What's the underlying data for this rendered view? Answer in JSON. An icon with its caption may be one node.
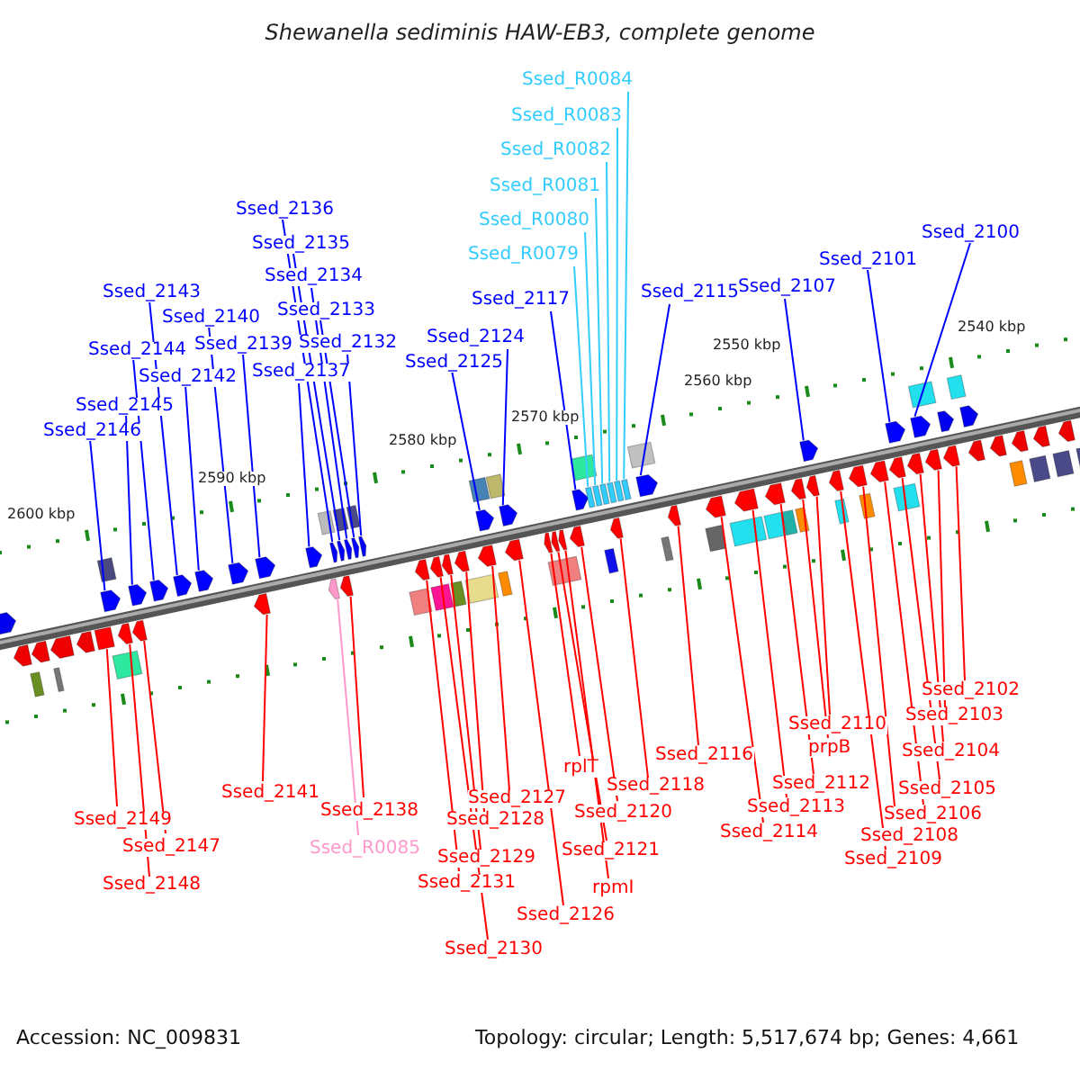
{
  "diagram": {
    "title": "Shewanella sediminis HAW-EB3, complete genome",
    "nodes": [
      {
        "text": [
          "Ssed_R0084"
        ]
      },
      {
        "text": [
          "Ssed_R0083"
        ]
      },
      {
        "text": [
          "Ssed_R0082"
        ]
      },
      {
        "text": [
          "Ssed_R0081"
        ]
      },
      {
        "text": [
          "Ssed_2136"
        ]
      },
      {
        "text": [
          "Ssed_R0080"
        ]
      },
      {
        "text": [
          "Ssed_2100"
        ]
      },
      {
        "text": [
          "Ssed_2135"
        ]
      },
      {
        "text": [
          "Ssed_R0079"
        ]
      },
      {
        "text": [
          "Ssed_2101"
        ]
      },
      {
        "text": [
          "Ssed_2134"
        ]
      },
      {
        "text": [
          "Ssed_2107"
        ]
      },
      {
        "text": [
          "Ssed_2143"
        ]
      },
      {
        "text": [
          "Ssed_2115"
        ]
      },
      {
        "text": [
          "Ssed_2117"
        ]
      },
      {
        "text": [
          "Ssed_2133"
        ]
      },
      {
        "text": [
          "Ssed_2140"
        ]
      },
      {
        "text": [
          "Ssed_2124"
        ]
      },
      {
        "text": [
          "Ssed_2132"
        ]
      },
      {
        "text": [
          "Ssed_2139"
        ]
      },
      {
        "text": [
          "Ssed_2144"
        ]
      },
      {
        "text": [
          "Ssed_2125"
        ]
      },
      {
        "text": [
          "Ssed_2137"
        ]
      },
      {
        "text": [
          "Ssed_2142"
        ]
      },
      {
        "text": [
          "Ssed_2145"
        ]
      },
      {
        "text": [
          "Ssed_2146"
        ]
      },
      {
        "text": [
          "Ssed_2102"
        ]
      },
      {
        "text": [
          "Ssed_2103"
        ]
      },
      {
        "text": [
          "Ssed_2110"
        ]
      },
      {
        "text": [
          "prpB"
        ]
      },
      {
        "text": [
          "Ssed_2104"
        ]
      },
      {
        "text": [
          "Ssed_2116"
        ]
      },
      {
        "text": [
          "rplT"
        ]
      },
      {
        "text": [
          "Ssed_2112"
        ]
      },
      {
        "text": [
          "Ssed_2118"
        ]
      },
      {
        "text": [
          "Ssed_2105"
        ]
      },
      {
        "text": [
          "Ssed_2141"
        ]
      },
      {
        "text": [
          "Ssed_2127"
        ]
      },
      {
        "text": [
          "Ssed_2113"
        ]
      },
      {
        "text": [
          "Ssed_2138"
        ]
      },
      {
        "text": [
          "Ssed_2120"
        ]
      },
      {
        "text": [
          "Ssed_2106"
        ]
      },
      {
        "text": [
          "Ssed_2149"
        ]
      },
      {
        "text": [
          "Ssed_2128"
        ]
      },
      {
        "text": [
          "Ssed_2114"
        ]
      },
      {
        "text": [
          "Ssed_2108"
        ]
      },
      {
        "text": [
          "Ssed_2147"
        ]
      },
      {
        "text": [
          "Ssed_R0085"
        ]
      },
      {
        "text": [
          "Ssed_2121"
        ]
      },
      {
        "text": [
          "Ssed_2129"
        ]
      },
      {
        "text": [
          "Ssed_2109"
        ]
      },
      {
        "text": [
          "Ssed_2131"
        ]
      },
      {
        "text": [
          "Ssed_2148"
        ]
      },
      {
        "text": [
          "rpmI"
        ]
      },
      {
        "text": [
          "Ssed_2126"
        ]
      },
      {
        "text": [
          "Ssed_2130"
        ]
      },
      {
        "text": [],
        "shape": "box"
      },
      {
        "text": [],
        "shape": "arrow"
      },
      {
        "text": [],
        "shape": "arrow"
      },
      {
        "text": [],
        "shape": "arrow"
      },
      {
        "text": [],
        "shape": "arrow"
      },
      {
        "text": [],
        "shape": "arrow"
      },
      {
        "text": [],
        "shape": "arrow"
      },
      {
        "text": [],
        "shape": "arrow"
      },
      {
        "text": [],
        "shape": "arrow"
      },
      {
        "text": [],
        "shape": "arrow"
      },
      {
        "text": [],
        "shape": "arrow"
      },
      {
        "text": [],
        "shape": "arrow"
      },
      {
        "text": [],
        "shape": "arrow"
      },
      {
        "text": [],
        "shape": "arrow"
      },
      {
        "text": [],
        "shape": "arrow"
      },
      {
        "text": [],
        "shape": "arrow"
      },
      {
        "text": [],
        "shape": "arrow"
      },
      {
        "text": [],
        "shape": "arrow"
      },
      {
        "text": [],
        "shape": "arrow"
      },
      {
        "text": [],
        "shape": "arrow"
      },
      {
        "text": [],
        "shape": "arrow"
      },
      {
        "text": [],
        "shape": "arrow"
      },
      {
        "text": [],
        "shape": "arrow"
      },
      {
        "text": [],
        "shape": "arrow"
      },
      {
        "text": [],
        "shape": "arrow"
      },
      {
        "text": [],
        "shape": "arrow"
      },
      {
        "text": [],
        "shape": "arrow"
      },
      {
        "text": [],
        "shape": "arrow"
      },
      {
        "text": [],
        "shape": "arrow"
      },
      {
        "text": [],
        "shape": "arrow"
      },
      {
        "text": [],
        "shape": "arrow"
      },
      {
        "text": [],
        "shape": "arrow"
      },
      {
        "text": [],
        "shape": "arrow"
      },
      {
        "text": [],
        "shape": "arrow"
      },
      {
        "text": [],
        "shape": "arrow"
      },
      {
        "text": [],
        "shape": "arrow"
      },
      {
        "text": [],
        "shape": "arrow"
      },
      {
        "text": [],
        "shape": "arrow"
      },
      {
        "text": [],
        "shape": "arrow"
      },
      {
        "text": [],
        "shape": "arrow"
      },
      {
        "text": [],
        "shape": "arrow"
      },
      {
        "text": [],
        "shape": "arrow"
      },
      {
        "text": [],
        "shape": "arrow"
      },
      {
        "text": [],
        "shape": "arrow"
      },
      {
        "text": [],
        "shape": "arrow"
      },
      {
        "text": [],
        "shape": "arrow"
      },
      {
        "text": [],
        "shape": "arrow"
      },
      {
        "text": [],
        "shape": "arrow"
      },
      {
        "text": [],
        "shape": "arrow"
      },
      {
        "text": [],
        "shape": "arrow"
      },
      {
        "text": [],
        "shape": "arrow"
      },
      {
        "text": [],
        "shape": "arrow"
      },
      {
        "text": [],
        "shape": "arrow"
      },
      {
        "text": [],
        "shape": "arrow"
      },
      {
        "text": [],
        "shape": "arrow"
      },
      {
        "text": [],
        "shape": "arrow"
      }
    ],
    "edges": [
      {
        "from": 0,
        "to": 94,
        "arrow": "none",
        "color": "#33ccff"
      },
      {
        "from": 1,
        "to": 93,
        "arrow": "none",
        "color": "#33ccff"
      },
      {
        "from": 2,
        "to": 92,
        "arrow": "none",
        "color": "#33ccff"
      },
      {
        "from": 3,
        "to": 90,
        "arrow": "none",
        "color": "#33ccff"
      },
      {
        "from": 4,
        "to": 69,
        "arrow": "none",
        "color": "#0000ff"
      },
      {
        "from": 5,
        "to": 89,
        "arrow": "none",
        "color": "#33ccff"
      },
      {
        "from": 6,
        "to": 109,
        "arrow": "none",
        "color": "#0000ff"
      },
      {
        "from": 7,
        "to": 71,
        "arrow": "none",
        "color": "#0000ff"
      },
      {
        "from": 8,
        "to": 88,
        "arrow": "none",
        "color": "#33ccff"
      },
      {
        "from": 9,
        "to": 107,
        "arrow": "none",
        "color": "#0000ff"
      },
      {
        "from": 10,
        "to": 72,
        "arrow": "none",
        "color": "#0000ff"
      },
      {
        "from": 11,
        "to": 102,
        "arrow": "none",
        "color": "#0000ff"
      },
      {
        "from": 12,
        "to": 62,
        "arrow": "none",
        "color": "#0000ff"
      },
      {
        "from": 13,
        "to": 95,
        "arrow": "none",
        "color": "#0000ff"
      },
      {
        "from": 14,
        "to": 87,
        "arrow": "none",
        "color": "#0000ff"
      },
      {
        "from": 15,
        "to": 73,
        "arrow": "none",
        "color": "#0000ff"
      },
      {
        "from": 16,
        "to": 64,
        "arrow": "none",
        "color": "#0000ff"
      },
      {
        "from": 17,
        "to": 82,
        "arrow": "none",
        "color": "#0000ff"
      },
      {
        "from": 18,
        "to": 74,
        "arrow": "none",
        "color": "#0000ff"
      },
      {
        "from": 19,
        "to": 66,
        "arrow": "none",
        "color": "#0000ff"
      },
      {
        "from": 20,
        "to": 61,
        "arrow": "none",
        "color": "#0000ff"
      },
      {
        "from": 21,
        "to": 80,
        "arrow": "none",
        "color": "#0000ff"
      },
      {
        "from": 22,
        "to": 67,
        "arrow": "none",
        "color": "#0000ff"
      },
      {
        "from": 23,
        "to": 63,
        "arrow": "none",
        "color": "#0000ff"
      },
      {
        "from": 24,
        "to": 60,
        "arrow": "none",
        "color": "#0000ff"
      },
      {
        "from": 25,
        "to": 57,
        "arrow": "none",
        "color": "#0000ff"
      },
      {
        "from": 26,
        "to": 111,
        "arrow": "none"
      },
      {
        "from": 27,
        "to": 110,
        "arrow": "none"
      },
      {
        "from": 28,
        "to": 101,
        "arrow": "none"
      },
      {
        "from": 29,
        "to": 100,
        "arrow": "none"
      },
      {
        "from": 30,
        "to": 108,
        "arrow": "none"
      },
      {
        "from": 31,
        "to": 96,
        "arrow": "none"
      },
      {
        "from": 32,
        "to": 83,
        "arrow": "none"
      },
      {
        "from": 33,
        "to": 99,
        "arrow": "none"
      },
      {
        "from": 34,
        "to": 91,
        "arrow": "none"
      },
      {
        "from": 35,
        "to": 106,
        "arrow": "none"
      },
      {
        "from": 36,
        "to": 65,
        "arrow": "none"
      },
      {
        "from": 37,
        "to": 79,
        "arrow": "none"
      },
      {
        "from": 38,
        "to": 98,
        "arrow": "none"
      },
      {
        "from": 39,
        "to": 70,
        "arrow": "none"
      },
      {
        "from": 40,
        "to": 86,
        "arrow": "none"
      },
      {
        "from": 41,
        "to": 105,
        "arrow": "none"
      },
      {
        "from": 42,
        "to": 56,
        "arrow": "none"
      },
      {
        "from": 43,
        "to": 78,
        "arrow": "none"
      },
      {
        "from": 44,
        "to": 97,
        "arrow": "none"
      },
      {
        "from": 45,
        "to": 104,
        "arrow": "none"
      },
      {
        "from": 46,
        "to": 59,
        "arrow": "none"
      },
      {
        "from": 47,
        "to": 68,
        "arrow": "none",
        "color": "#ff99cc"
      },
      {
        "from": 48,
        "to": 84,
        "arrow": "none"
      },
      {
        "from": 49,
        "to": 77,
        "arrow": "none"
      },
      {
        "from": 50,
        "to": 103,
        "arrow": "none"
      },
      {
        "from": 51,
        "to": 75,
        "arrow": "none"
      },
      {
        "from": 52,
        "to": 58,
        "arrow": "none"
      },
      {
        "from": 53,
        "to": 85,
        "arrow": "none"
      },
      {
        "from": 54,
        "to": 81,
        "arrow": "none"
      },
      {
        "from": 55,
        "to": 76,
        "arrow": "none"
      }
    ],
    "labels": [
      "2540 kbp",
      "2550 kbp",
      "2560 kbp",
      "2570 kbp",
      "2580 kbp",
      "2590 kbp",
      "2600 kbp",
      "Accession: NC_009831",
      "Topology: circular; Length: 5,517,674 bp; Genes: 4,661"
    ]
  }
}
